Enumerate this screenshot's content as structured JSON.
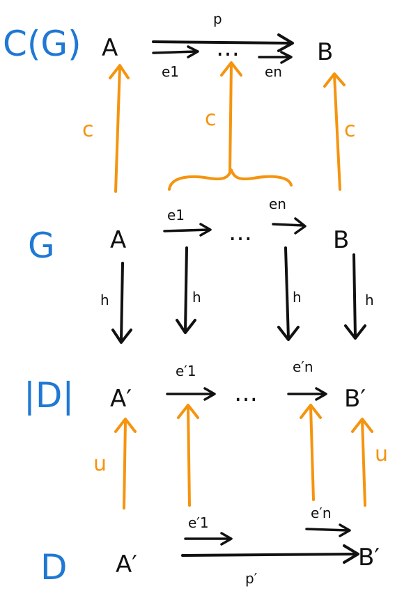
{
  "colors": {
    "ink": "#111111",
    "accent": "#f5940f",
    "category_label": "#1f78d4"
  },
  "rows": {
    "cg": {
      "label": "C(G)",
      "source": "A",
      "target": "B",
      "path": "p",
      "edge_first": "e1",
      "edge_last": "en",
      "dots": "…"
    },
    "g": {
      "label": "G",
      "source": "A",
      "target": "B",
      "edge_first": "e1",
      "edge_last": "en",
      "dots": "…"
    },
    "d_underlying": {
      "label": "|D|",
      "source": "A′",
      "target": "B′",
      "edge_first": "e′1",
      "edge_last": "e′n",
      "dots": "…"
    },
    "d": {
      "label": "D",
      "source": "A′",
      "target": "B′",
      "path": "p′",
      "edge_first": "e′1",
      "edge_last": "e′n"
    }
  },
  "maps": {
    "c": "c",
    "h": "h",
    "u": "u"
  }
}
